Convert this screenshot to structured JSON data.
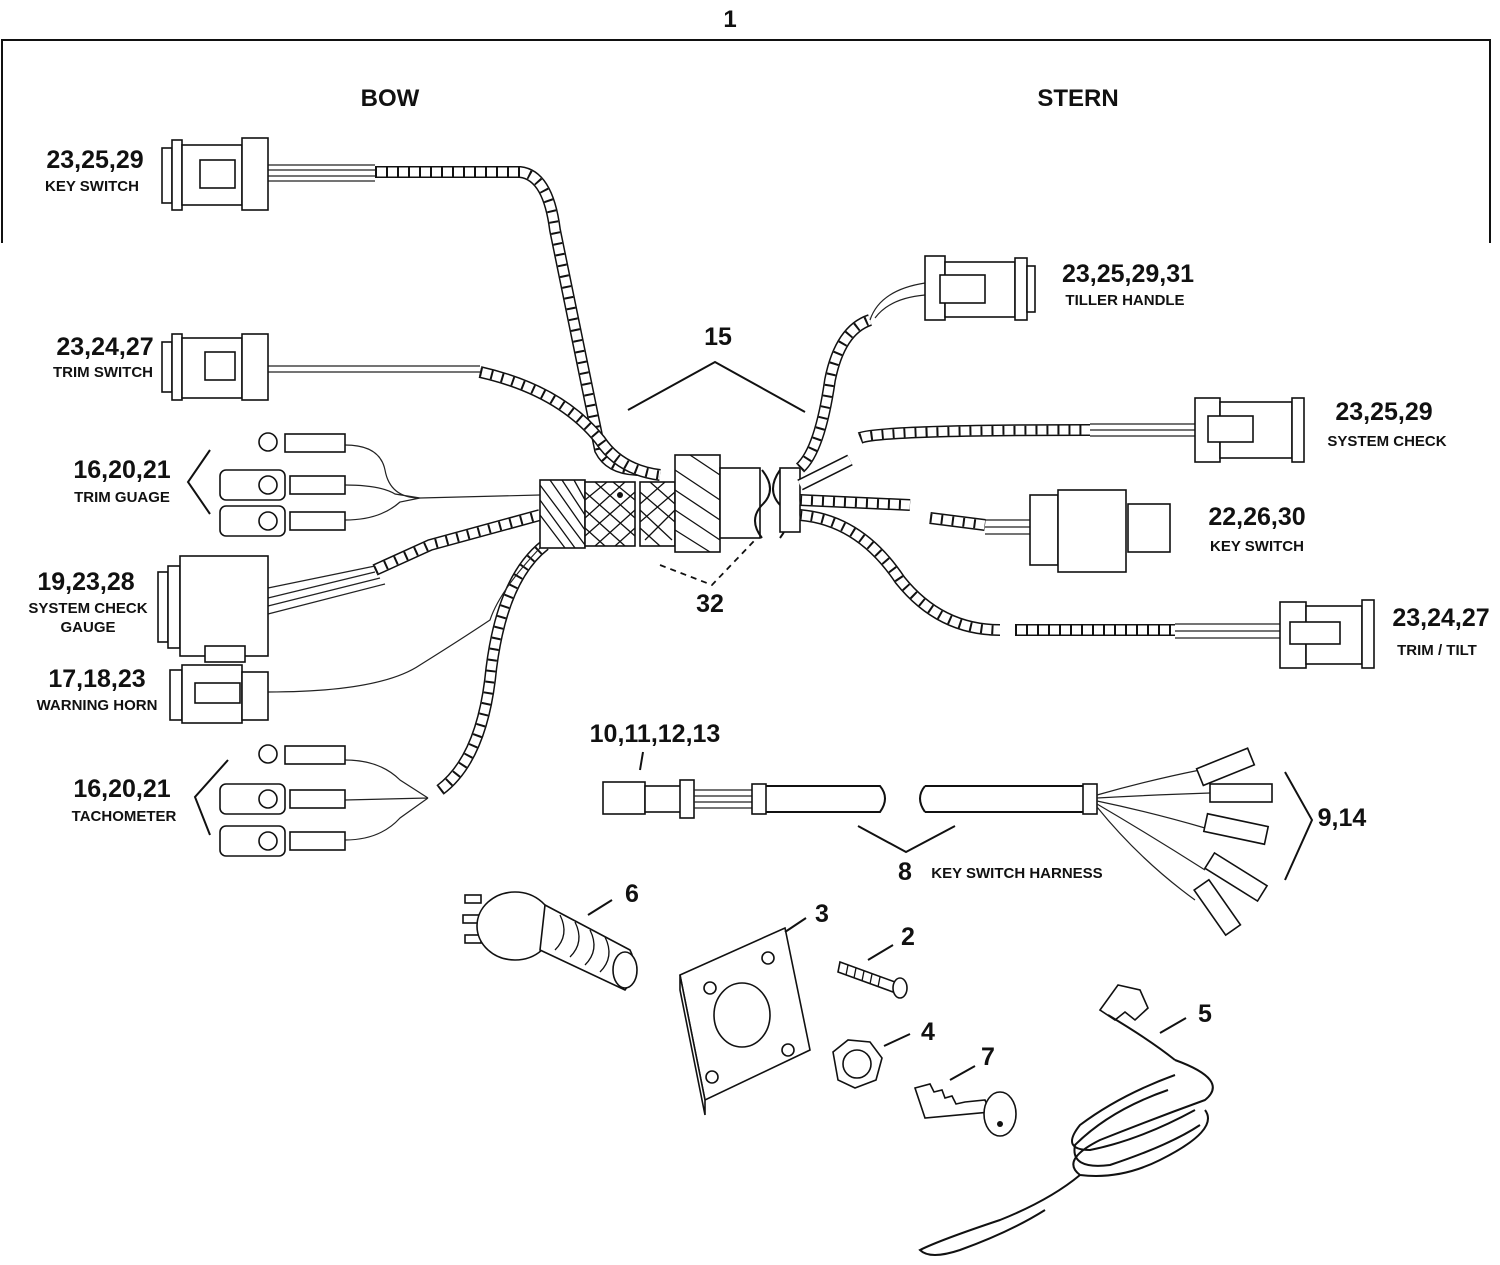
{
  "header": {
    "assembly_number": "1",
    "left_heading": "BOW",
    "right_heading": "STERN"
  },
  "bow": [
    {
      "numbers": "23,25,29",
      "label": "KEY SWITCH"
    },
    {
      "numbers": "23,24,27",
      "label": "TRIM SWITCH"
    },
    {
      "numbers": "16,20,21",
      "label": "TRIM GUAGE"
    },
    {
      "numbers": "19,23,28",
      "label": "SYSTEM CHECK",
      "label2": "GAUGE"
    },
    {
      "numbers": "17,18,23",
      "label": "WARNING HORN"
    },
    {
      "numbers": "16,20,21",
      "label": "TACHOMETER"
    }
  ],
  "stern": [
    {
      "numbers": "23,25,29,31",
      "label": "TILLER HANDLE"
    },
    {
      "numbers": "23,25,29",
      "label": "SYSTEM CHECK"
    },
    {
      "numbers": "22,26,30",
      "label": "KEY SWITCH"
    },
    {
      "numbers": "23,24,27",
      "label": "TRIM / TILT"
    }
  ],
  "callouts": {
    "sleeve": "15",
    "tape": "32",
    "connector": "10,11,12,13",
    "harness_number": "8",
    "harness_label": "KEY SWITCH HARNESS",
    "terminals": "9,14",
    "switch": "6",
    "plate": "3",
    "screw": "2",
    "nut": "4",
    "lanyard": "5",
    "key": "7"
  }
}
